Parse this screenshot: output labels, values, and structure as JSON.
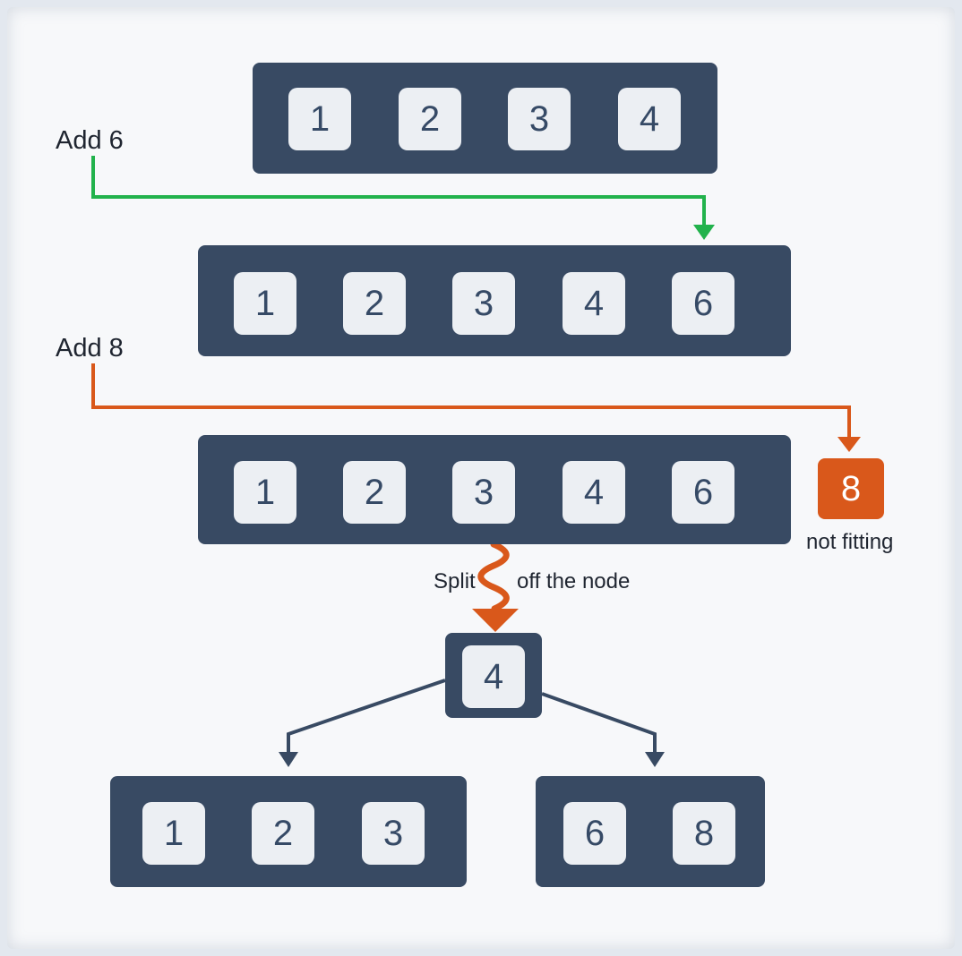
{
  "diagram": {
    "row1_keys": [
      "1",
      "2",
      "3",
      "4"
    ],
    "row2_keys": [
      "1",
      "2",
      "3",
      "4",
      "6"
    ],
    "row3_keys": [
      "1",
      "2",
      "3",
      "4",
      "6"
    ],
    "overflow_key": "8",
    "overflow_note": "not fitting",
    "add_6_label": "Add 6",
    "add_8_label": "Add 8",
    "split_label_left": "Split",
    "split_label_right": "off the node",
    "root_key": "4",
    "left_child_keys": [
      "1",
      "2",
      "3"
    ],
    "right_child_keys": [
      "6",
      "8"
    ]
  },
  "colors": {
    "background": "#f7f8fa",
    "node_fill": "#384a63",
    "key_fill": "#eceff3",
    "key_text": "#364a66",
    "add_6_arrow": "#22b24c",
    "add_8_arrow": "#d9581b",
    "overflow_key_fill": "#d9581b",
    "split_arrow": "#d9581b",
    "tree_arrows": "#384a63"
  }
}
